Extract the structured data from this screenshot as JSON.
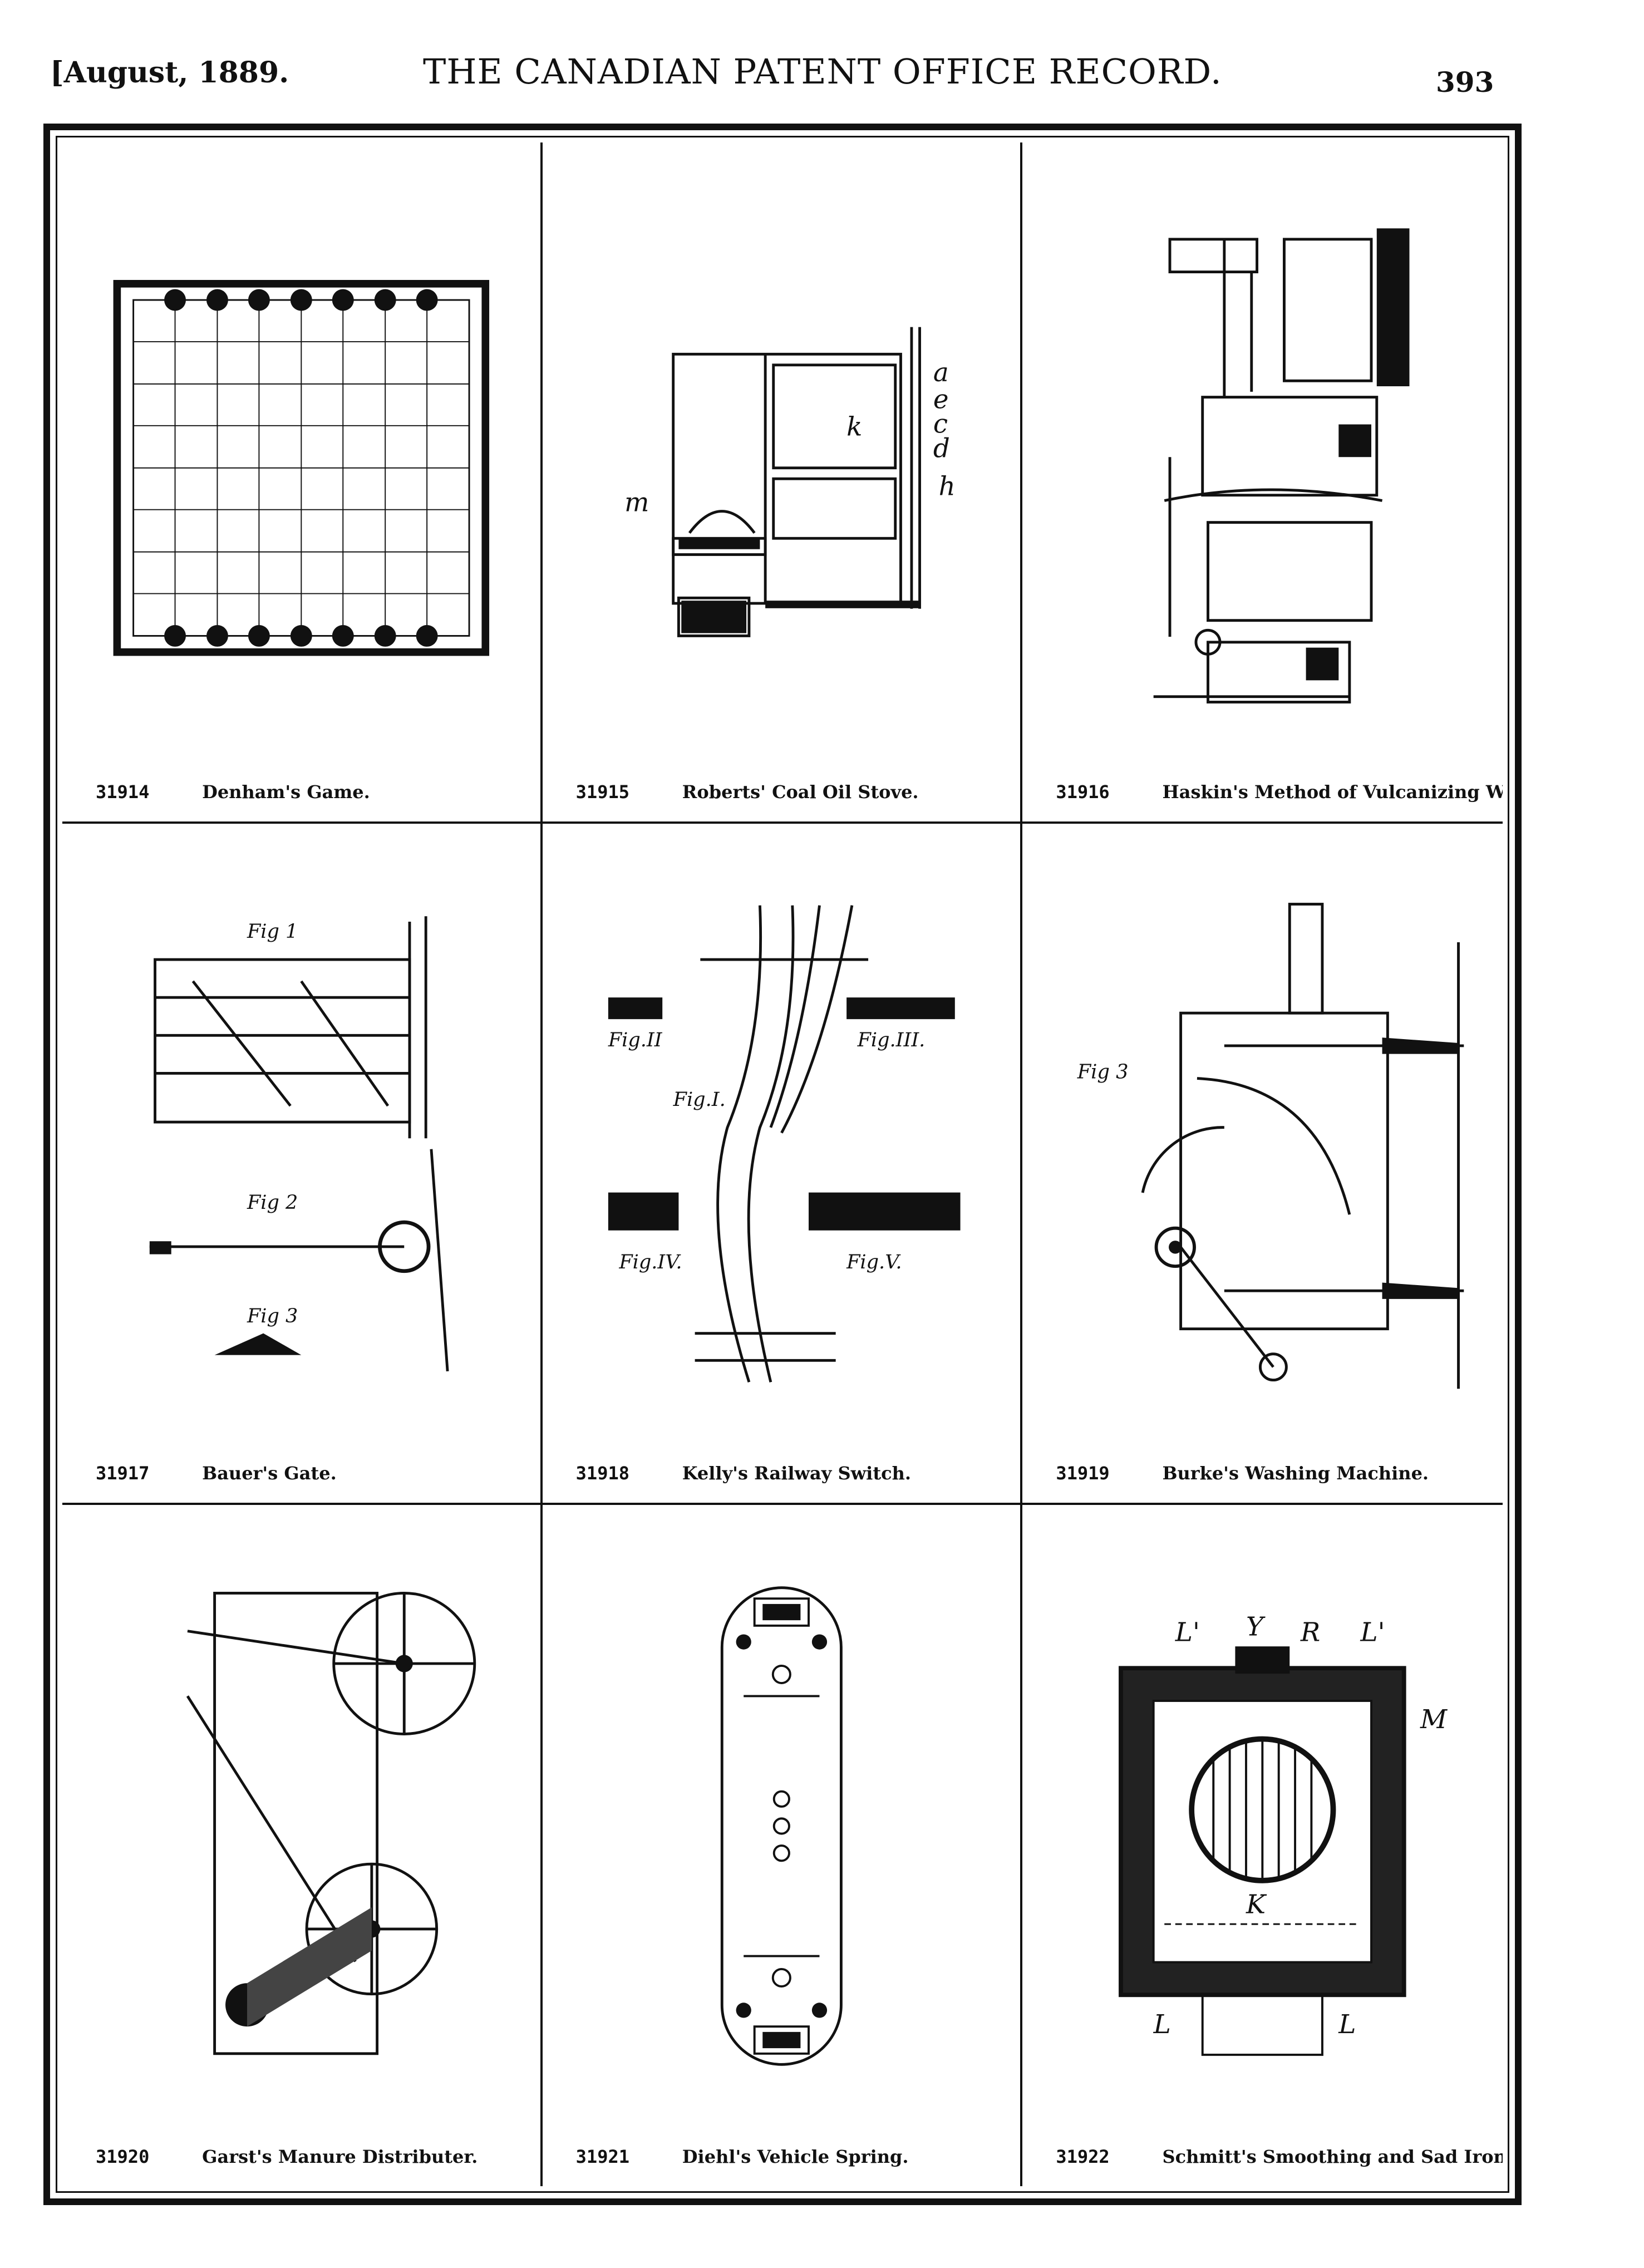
{
  "header": {
    "date": "[August, 1889.",
    "title": "THE CANADIAN PATENT OFFICE RECORD.",
    "page_number": "393"
  },
  "patents": [
    {
      "number": "31914",
      "name": "Denham's Game."
    },
    {
      "number": "31915",
      "name": "Roberts' Coal Oil Stove."
    },
    {
      "number": "31916",
      "name": "Haskin's Method of Vulcanizing Wood."
    },
    {
      "number": "31917",
      "name": "Bauer's Gate."
    },
    {
      "number": "31918",
      "name": "Kelly's Railway Switch."
    },
    {
      "number": "31919",
      "name": "Burke's Washing Machine."
    },
    {
      "number": "31920",
      "name": "Garst's Manure Distributer."
    },
    {
      "number": "31921",
      "name": "Diehl's Vehicle Spring."
    },
    {
      "number": "31922",
      "name": "Schmitt's Smoothing and Sad Iron Heater."
    }
  ],
  "figure_labels": {
    "stove": [
      "a",
      "e",
      "c",
      "d",
      "h",
      "k",
      "m"
    ],
    "gate": [
      "Fig 1",
      "Fig 2",
      "Fig 3"
    ],
    "switch": [
      "Fig.I.",
      "Fig.II",
      "Fig.III.",
      "Fig.IV.",
      "Fig.V."
    ],
    "washer": [
      "Fig 3"
    ],
    "heater": [
      "L'",
      "Y",
      "R",
      "L'",
      "M",
      "K",
      "L",
      "L"
    ]
  }
}
